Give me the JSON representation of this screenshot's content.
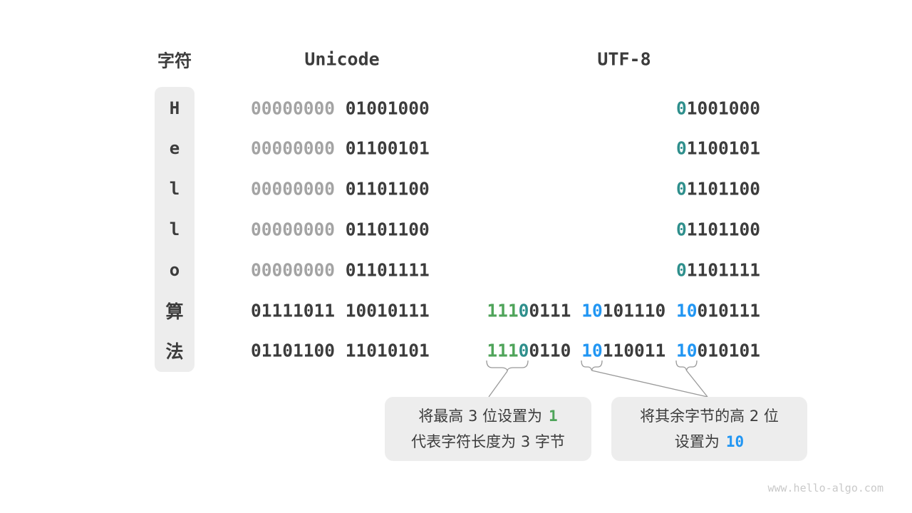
{
  "page": {
    "background": "#ffffff",
    "watermark": "www.hello-algo.com"
  },
  "colors": {
    "dark": "#3c3c3c",
    "gray": "#a3a3a3",
    "teal": "#2e8f8c",
    "green": "#4fa45a",
    "blue": "#2196f3",
    "box_bg": "#ededed",
    "line": "#999999",
    "watermark": "#c9c9c9"
  },
  "headers": {
    "char": "字符",
    "unicode": "Unicode",
    "utf8": "UTF-8"
  },
  "rows": [
    {
      "char": "H",
      "cjk": false,
      "unicode": [
        {
          "t": "00000000",
          "c": "gray"
        },
        {
          "t": " 01001000",
          "c": "dark"
        }
      ],
      "utf8": [
        {
          "t": "0",
          "c": "teal"
        },
        {
          "t": "1001000",
          "c": "dark"
        }
      ]
    },
    {
      "char": "e",
      "cjk": false,
      "unicode": [
        {
          "t": "00000000",
          "c": "gray"
        },
        {
          "t": " 01100101",
          "c": "dark"
        }
      ],
      "utf8": [
        {
          "t": "0",
          "c": "teal"
        },
        {
          "t": "1100101",
          "c": "dark"
        }
      ]
    },
    {
      "char": "l",
      "cjk": false,
      "unicode": [
        {
          "t": "00000000",
          "c": "gray"
        },
        {
          "t": " 01101100",
          "c": "dark"
        }
      ],
      "utf8": [
        {
          "t": "0",
          "c": "teal"
        },
        {
          "t": "1101100",
          "c": "dark"
        }
      ]
    },
    {
      "char": "l",
      "cjk": false,
      "unicode": [
        {
          "t": "00000000",
          "c": "gray"
        },
        {
          "t": " 01101100",
          "c": "dark"
        }
      ],
      "utf8": [
        {
          "t": "0",
          "c": "teal"
        },
        {
          "t": "1101100",
          "c": "dark"
        }
      ]
    },
    {
      "char": "o",
      "cjk": false,
      "unicode": [
        {
          "t": "00000000",
          "c": "gray"
        },
        {
          "t": " 01101111",
          "c": "dark"
        }
      ],
      "utf8": [
        {
          "t": "0",
          "c": "teal"
        },
        {
          "t": "1101111",
          "c": "dark"
        }
      ]
    },
    {
      "char": "算",
      "cjk": true,
      "unicode": [
        {
          "t": "01111011 10010111",
          "c": "dark"
        }
      ],
      "utf8": [
        {
          "t": "111",
          "c": "green"
        },
        {
          "t": "0",
          "c": "teal"
        },
        {
          "t": "0111 ",
          "c": "dark"
        },
        {
          "t": "10",
          "c": "blue"
        },
        {
          "t": "101110 ",
          "c": "dark"
        },
        {
          "t": "10",
          "c": "blue"
        },
        {
          "t": "010111",
          "c": "dark"
        }
      ]
    },
    {
      "char": "法",
      "cjk": true,
      "unicode": [
        {
          "t": "01101100 11010101",
          "c": "dark"
        }
      ],
      "utf8": [
        {
          "t": "111",
          "c": "green"
        },
        {
          "t": "0",
          "c": "teal"
        },
        {
          "t": "0110 ",
          "c": "dark"
        },
        {
          "t": "10",
          "c": "blue"
        },
        {
          "t": "110011 ",
          "c": "dark"
        },
        {
          "t": "10",
          "c": "blue"
        },
        {
          "t": "010101",
          "c": "dark"
        }
      ]
    }
  ],
  "callout1": {
    "line1_text": "将最高 3 位设置为",
    "line1_hl": "1",
    "line2_text": "代表字符长度为 3 字节"
  },
  "callout2": {
    "line1_text": "将其余字节的高 2 位",
    "line2_text": "设置为",
    "line2_hl": "10"
  }
}
